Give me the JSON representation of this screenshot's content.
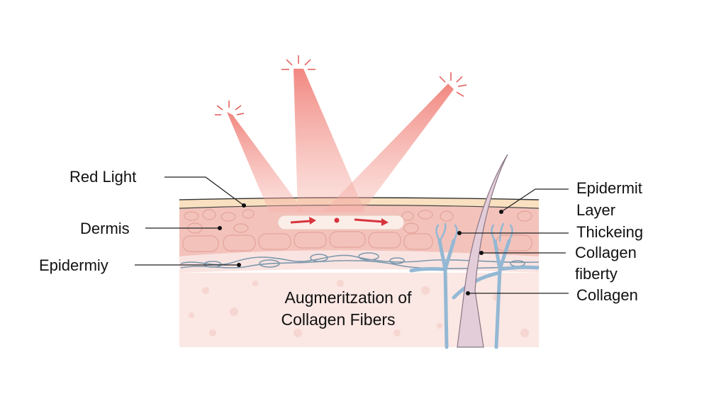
{
  "labels": {
    "red_light": "Red Light",
    "dermis": "Dermis",
    "epidermiy": "Epidermiy",
    "right": [
      "Epidermit",
      "Layer",
      "Thickeing",
      "Collagen",
      "fiberty",
      "Collagen"
    ]
  },
  "caption": {
    "line1": "Augmeritzation of",
    "line2": "Collagen Fibers"
  },
  "colors": {
    "beam": "#f08a80",
    "epidermis": "#f8e0c0",
    "dermis": "#f3c3bb",
    "lower_dermis": "#fbe7e3",
    "vessel": "#93b8d4",
    "hair": "#e0ccd6",
    "arrow": "#d8343c"
  }
}
